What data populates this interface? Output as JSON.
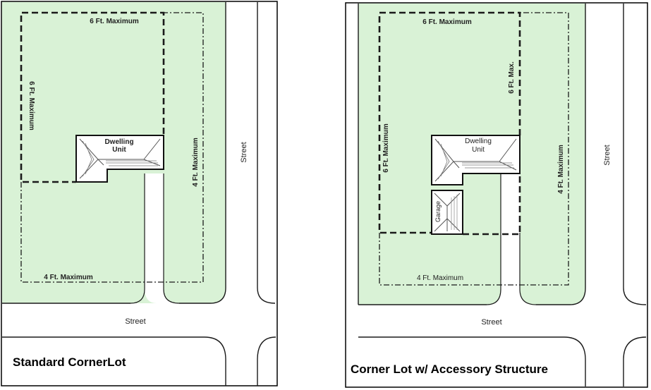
{
  "colors": {
    "lawn": "#d9f2d6",
    "line": "#1a1a1a",
    "road": "#ffffff"
  },
  "left_panel": {
    "title": "Standard CornerLot",
    "street_bottom": "Street",
    "street_right": "Street",
    "dwelling": [
      "Dwelling",
      "Unit"
    ],
    "top_fence": "6 Ft. Maximum",
    "left_fence": "6 Ft. Maximum",
    "right_fence": "4 Ft. Maximum",
    "bottom_fence": "4 Ft. Maximum"
  },
  "right_panel": {
    "title": "Corner Lot w/ Accessory Structure",
    "street_bottom": "Street",
    "street_right": "Street",
    "dwelling": [
      "Dwelling",
      "Unit"
    ],
    "garage": "Garage",
    "top_fence": "6 Ft. Maximum",
    "side_fence": "6 Ft. Max.",
    "left_fence": "6 Ft. Maximum",
    "right_fence": "4 Ft. Maximum",
    "bottom_fence": "4 Ft. Maximum"
  }
}
